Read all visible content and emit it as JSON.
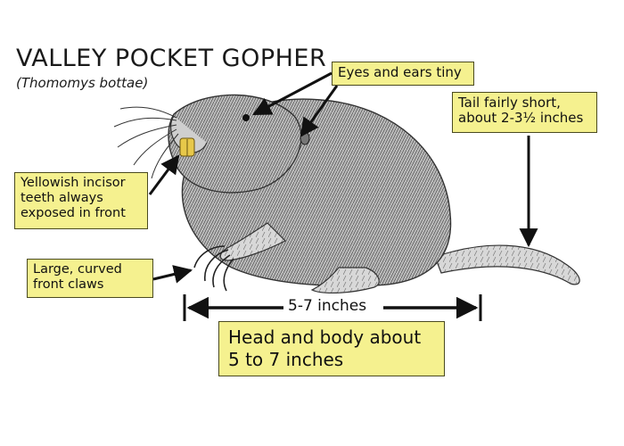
{
  "title": "VALLEY POCKET GOPHER",
  "subtitle": "(Thomomys bottae)",
  "callouts": {
    "eyes": "Eyes and ears tiny",
    "tail": [
      "Tail fairly short,",
      "about 2-3½ inches"
    ],
    "teeth": [
      "Yellowish incisor",
      "teeth always",
      "exposed in front"
    ],
    "claws": [
      "Large, curved",
      "front claws"
    ],
    "body": [
      "Head and body about",
      "5 to 7 inches"
    ]
  },
  "measurement": {
    "label": "5-7 inches"
  },
  "colors": {
    "callout_bg": "#f5f18f",
    "ink": "#111111",
    "fur": "#8f8f8f"
  }
}
